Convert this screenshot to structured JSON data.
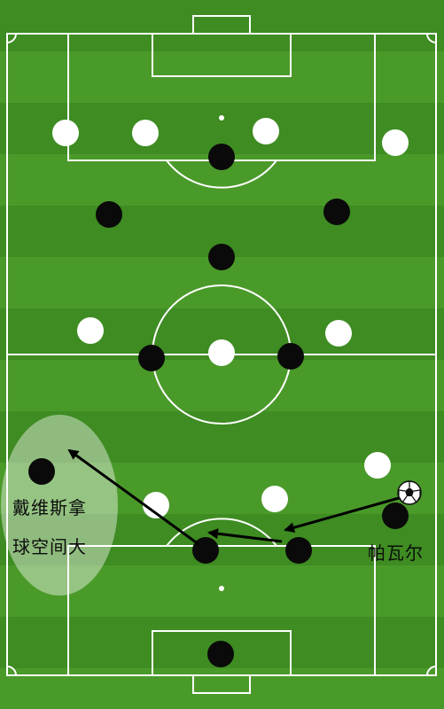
{
  "pitch": {
    "grass_color": "#3e8c22",
    "stripe_color": "#4a9a2a",
    "line_color": "#ffffff"
  },
  "team_colors": {
    "white": "#ffffff",
    "black": "#0a0a0a"
  },
  "ball": {
    "icon": "soccer-ball-icon"
  },
  "labels": {
    "player_davies": "戴维斯拿",
    "space": "球空间大",
    "player_pavard": "帕瓦尔"
  }
}
